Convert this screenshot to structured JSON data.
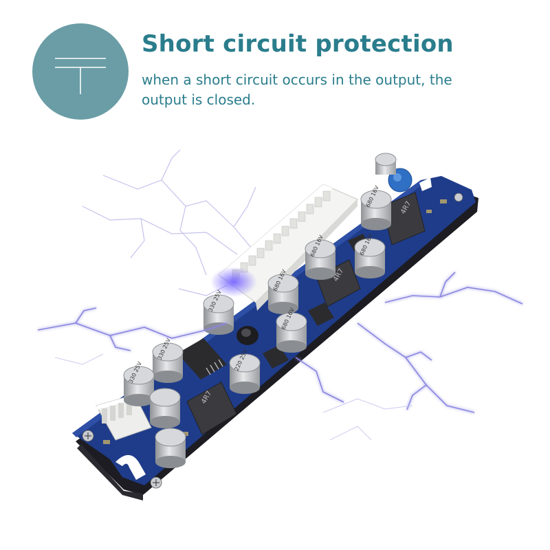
{
  "header": {
    "title": "Short circuit protection",
    "description": "when a short circuit occurs in the output, the output is closed.",
    "badge_icon": "short-circuit-symbol-icon"
  },
  "product": {
    "capacitor_labels": [
      "680 16V",
      "680 16V",
      "680 16V",
      "680 16V",
      "330 25V",
      "330 25V",
      "330 25V",
      "680 16V",
      "220 25V"
    ],
    "inductor_labels": [
      "4R7",
      "4R7",
      "4R7"
    ],
    "image_name": "power-supply-board-with-lightning"
  },
  "colors": {
    "accent": "#2a7d8c",
    "badge": "#6a9da6",
    "pcb": "#1f3c8a",
    "lightning": "#8a86e0"
  }
}
